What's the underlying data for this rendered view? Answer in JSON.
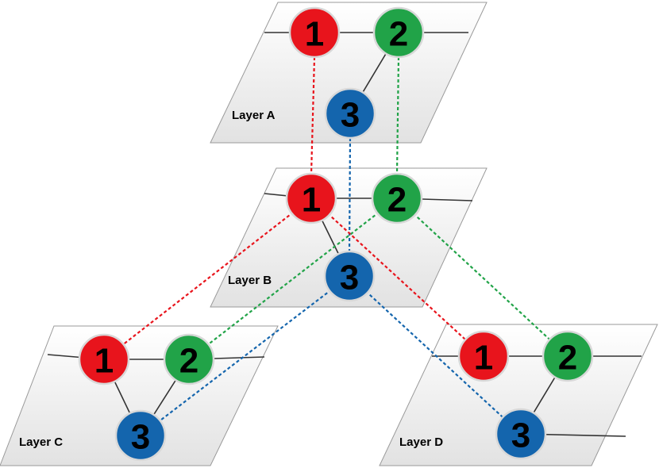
{
  "colors": {
    "node1": "#e8141c",
    "node2": "#21a348",
    "node3": "#1465ad",
    "link1": "#e8141c",
    "link2": "#21a348",
    "link3": "#1465ad"
  },
  "layers": [
    {
      "id": "A",
      "label": "Layer A",
      "nodes": [
        "1",
        "2",
        "3"
      ]
    },
    {
      "id": "B",
      "label": "Layer B",
      "nodes": [
        "1",
        "2",
        "3"
      ]
    },
    {
      "id": "C",
      "label": "Layer C",
      "nodes": [
        "1",
        "2",
        "3"
      ]
    },
    {
      "id": "D",
      "label": "Layer D",
      "nodes": [
        "1",
        "2",
        "3"
      ]
    }
  ],
  "interlayer_links": [
    {
      "node": "1",
      "from": "A",
      "to": "B"
    },
    {
      "node": "2",
      "from": "A",
      "to": "B"
    },
    {
      "node": "3",
      "from": "A",
      "to": "B"
    },
    {
      "node": "1",
      "from": "B",
      "to": "C"
    },
    {
      "node": "2",
      "from": "B",
      "to": "C"
    },
    {
      "node": "3",
      "from": "B",
      "to": "C"
    },
    {
      "node": "1",
      "from": "B",
      "to": "D"
    },
    {
      "node": "2",
      "from": "B",
      "to": "D"
    },
    {
      "node": "3",
      "from": "B",
      "to": "D"
    }
  ]
}
